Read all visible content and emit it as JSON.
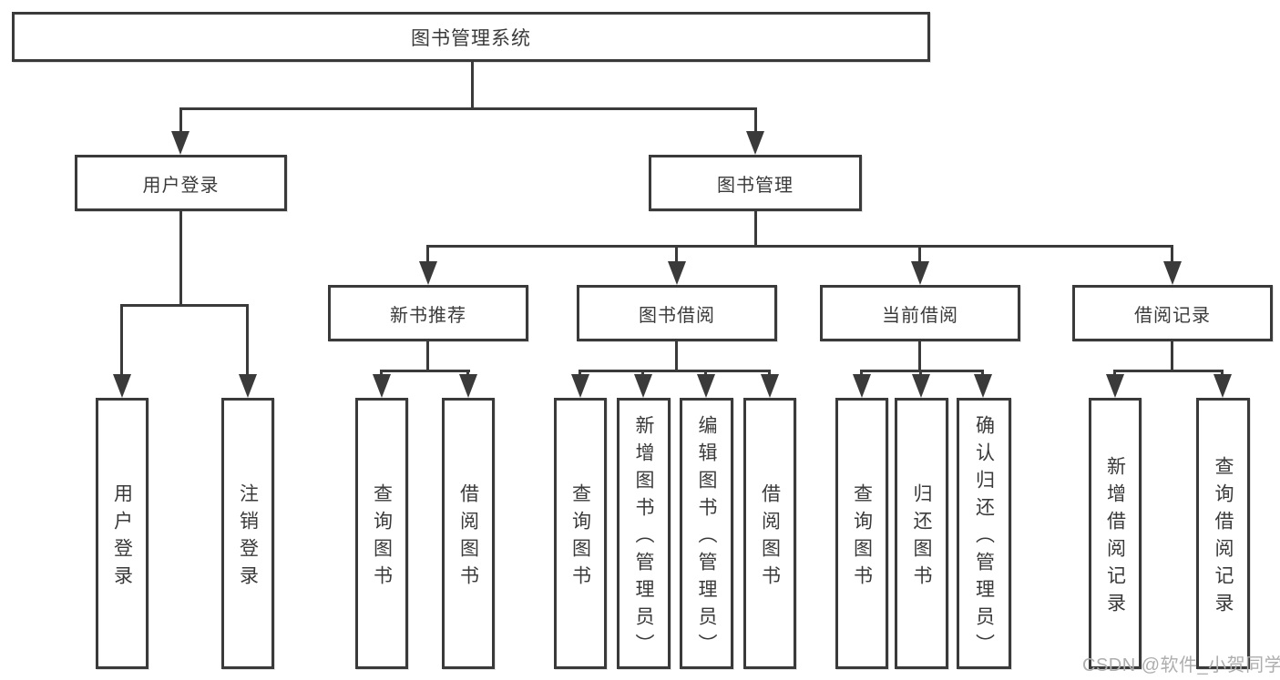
{
  "colors": {
    "line": "#3a3a3a",
    "text": "#3a3a3a",
    "background": "#ffffff",
    "watermark": "#aeaeae"
  },
  "watermark": "CSDN @软件_小贺同学",
  "tree": {
    "root": "图书管理系统",
    "login": {
      "label": "用户登录",
      "leaves": [
        "用户登录",
        "注销登录"
      ]
    },
    "manage": {
      "label": "图书管理",
      "groups": [
        {
          "label": "新书推荐",
          "leaves": [
            "查询图书",
            "借阅图书"
          ]
        },
        {
          "label": "图书借阅",
          "leaves": [
            "查询图书",
            "新增图书（管理员）",
            "编辑图书（管理员）",
            "借阅图书"
          ]
        },
        {
          "label": "当前借阅",
          "leaves": [
            "查询图书",
            "归还图书",
            "确认归还（管理员）"
          ]
        },
        {
          "label": "借阅记录",
          "leaves": [
            "新增借阅记录",
            "查询借阅记录"
          ]
        }
      ]
    }
  }
}
